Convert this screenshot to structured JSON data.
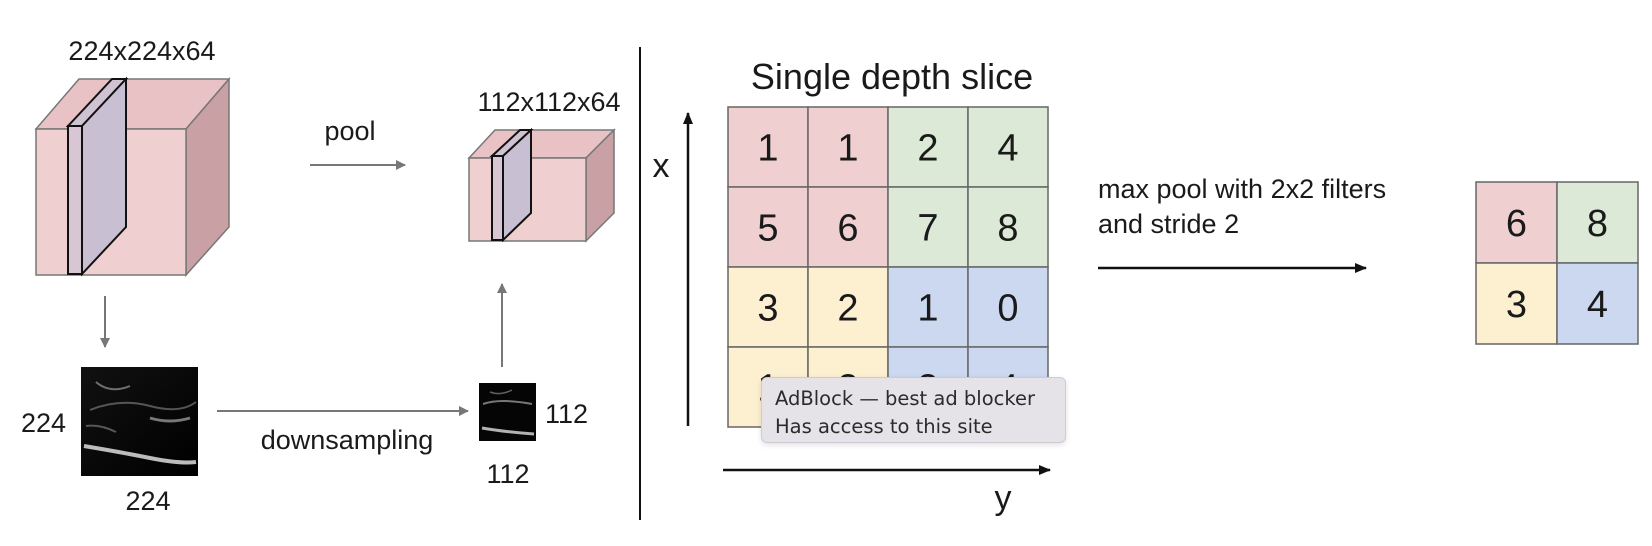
{
  "left_panel": {
    "input_dims": "224x224x64",
    "pool_label": "pool",
    "output_dims": "112x112x64",
    "slice_size_left": "224",
    "slice_size_bottom": "224",
    "downsampling_label": "downsampling",
    "small_size_right": "112",
    "small_size_bottom": "112"
  },
  "right_panel": {
    "title": "Single depth slice",
    "axis_x": "x",
    "axis_y": "y",
    "grid": [
      [
        1,
        1,
        2,
        4
      ],
      [
        5,
        6,
        7,
        8
      ],
      [
        3,
        2,
        1,
        0
      ],
      [
        1,
        2,
        3,
        4
      ]
    ],
    "caption_line1": "max pool with 2x2 filters",
    "caption_line2": "and stride 2",
    "result": [
      [
        6,
        8
      ],
      [
        3,
        4
      ]
    ],
    "quadrant_colors": {
      "red": "#f0cfd1",
      "green": "#dbe9d6",
      "yellow": "#fcf0d0",
      "blue": "#cbd8f0"
    }
  },
  "tooltip": {
    "line1": "AdBlock — best ad blocker",
    "line2": "Has access to this site"
  }
}
